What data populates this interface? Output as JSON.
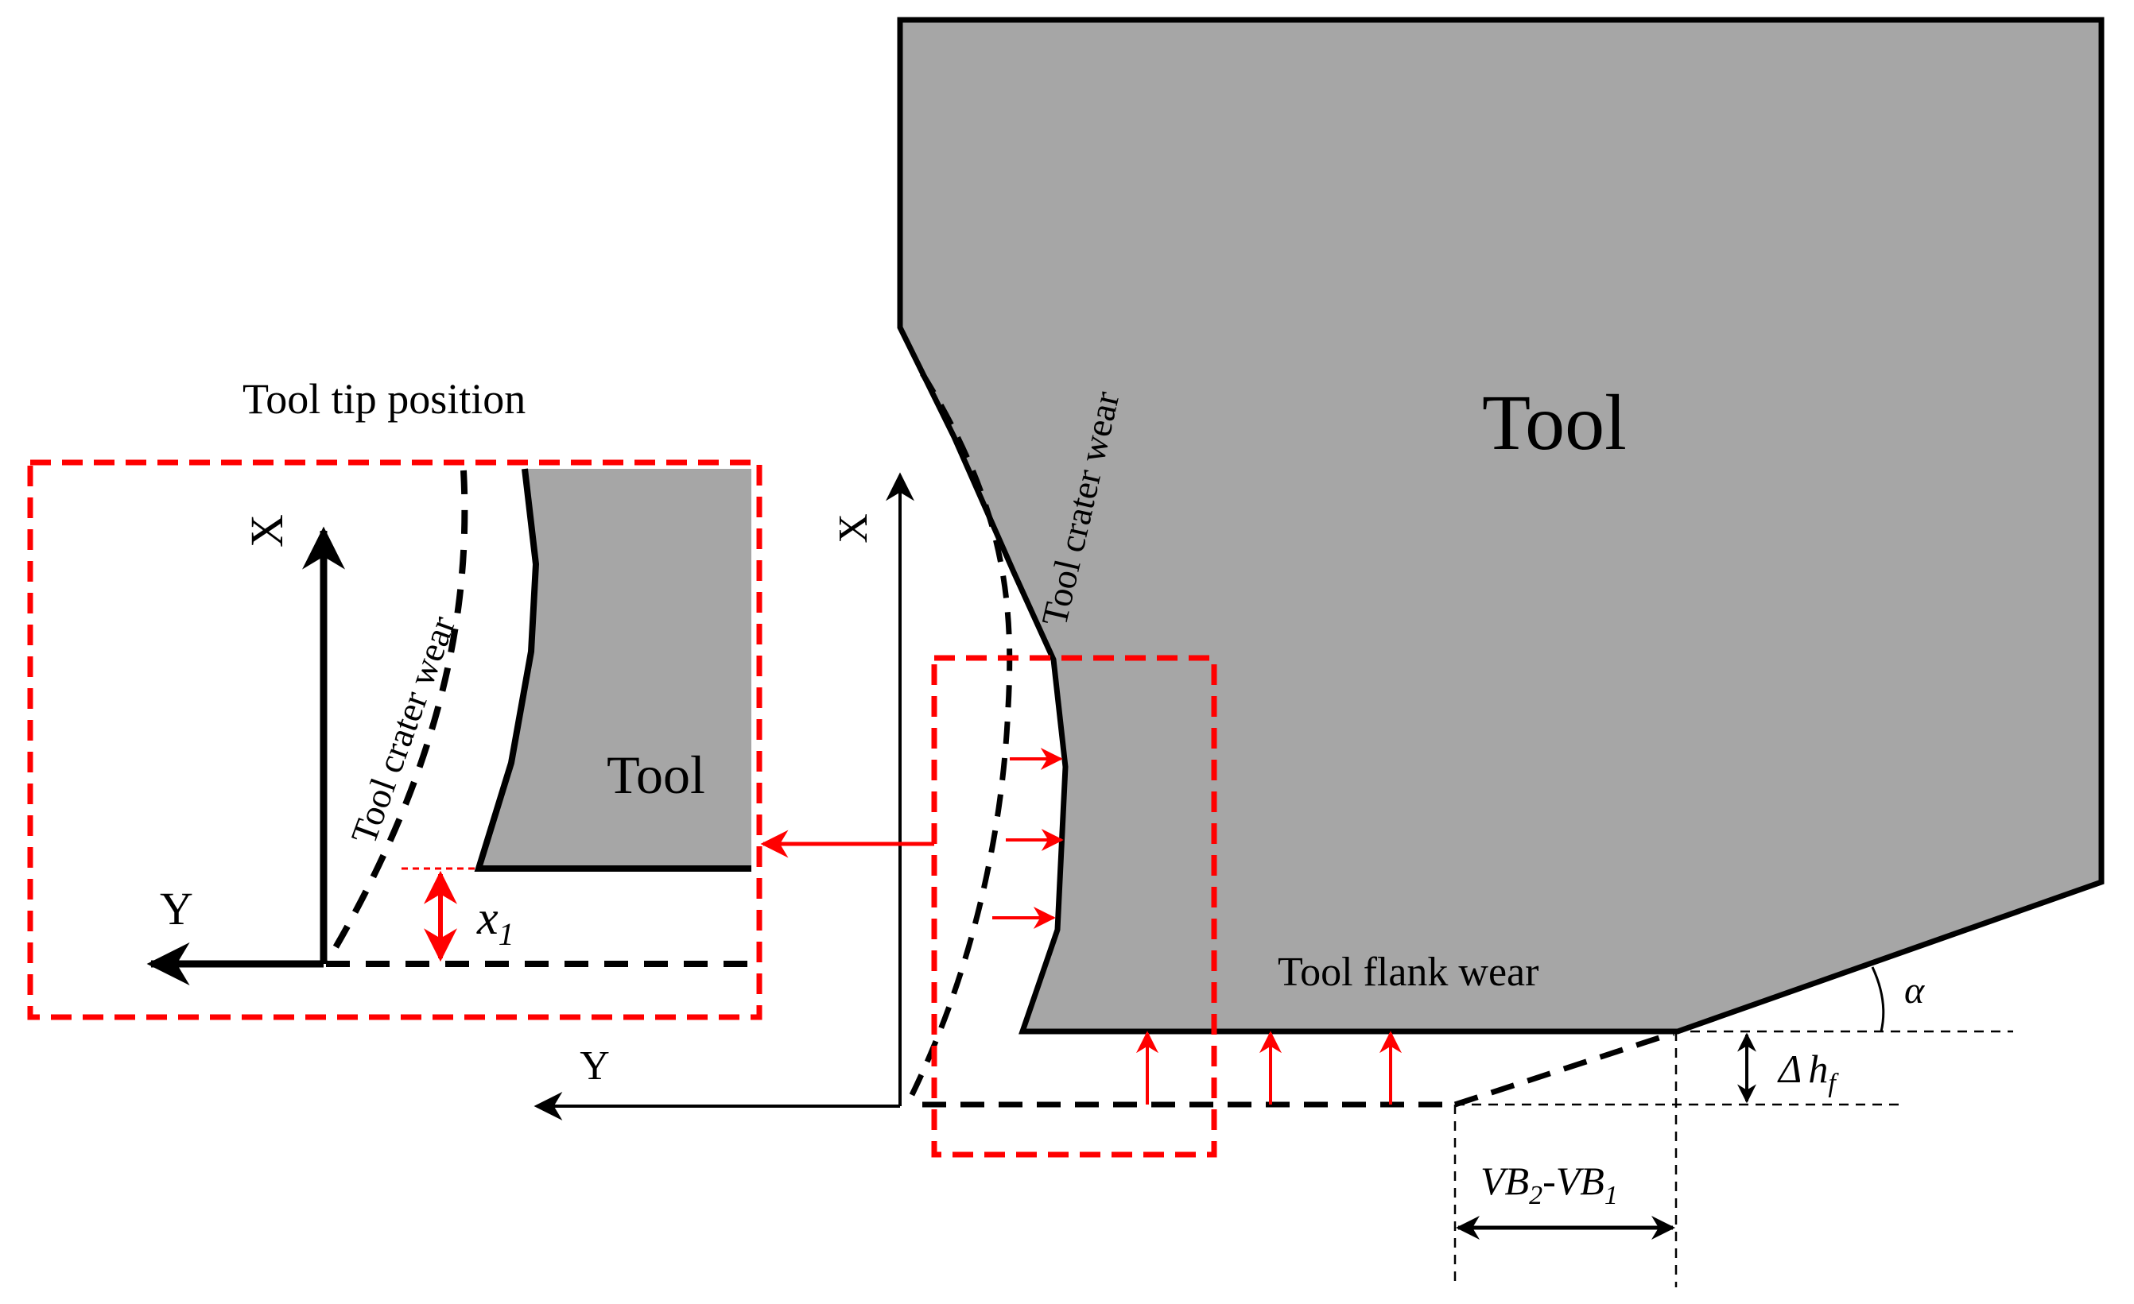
{
  "colors": {
    "tool_fill": "#a6a6a6",
    "outline": "#000000",
    "highlight": "#ff0000",
    "background": "#ffffff"
  },
  "main_view": {
    "tool_label": "Tool",
    "crater_wear_label": "Tool crater wear",
    "flank_wear_label": "Tool flank wear",
    "axis_x_label": "X",
    "axis_y_label": "Y",
    "angle_label": "α",
    "delta_h_symbol": "Δ",
    "delta_h_base": "h",
    "delta_h_sub": "f",
    "vb2_base": "VB",
    "vb2_sub": "2",
    "vb_sep": "-",
    "vb1_base": "VB",
    "vb1_sub": "1"
  },
  "inset": {
    "title": "Tool tip position",
    "tool_label": "Tool",
    "crater_wear_label": "Tool crater wear",
    "axis_x_label": "X",
    "axis_y_label": "Y",
    "x1_base": "x",
    "x1_sub": "1"
  }
}
